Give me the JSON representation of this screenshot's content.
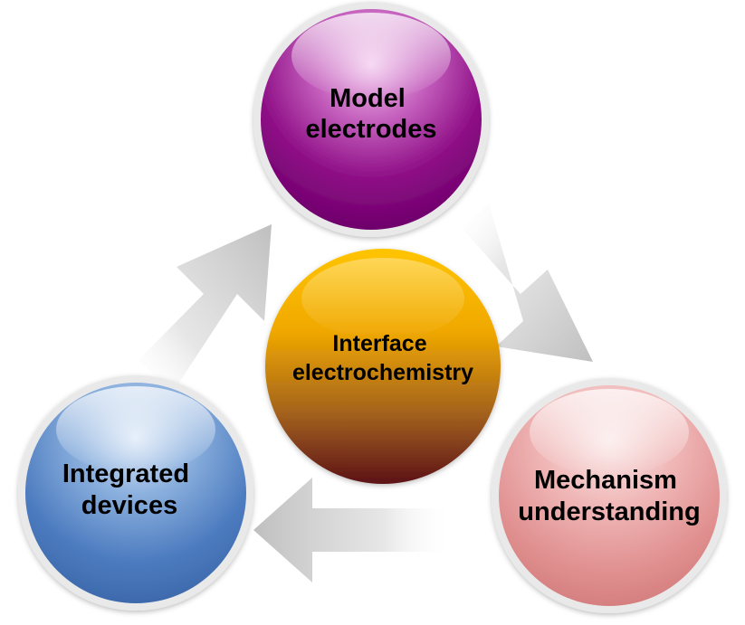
{
  "nodes": {
    "model": {
      "lines": [
        "Model",
        "electrodes"
      ],
      "color": "#800080"
    },
    "mechanism": {
      "lines": [
        "Mechanism",
        "understanding"
      ],
      "color": "#e39b9b"
    },
    "integrated": {
      "lines": [
        "Integrated",
        "devices"
      ],
      "color": "#4f7fbf"
    },
    "center": {
      "lines": [
        "Interface",
        "electrochemistry"
      ],
      "color": "#f2b700"
    }
  },
  "arrows": {
    "color": "#bfbfbf"
  }
}
